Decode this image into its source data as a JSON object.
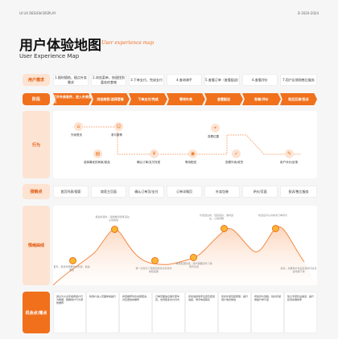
{
  "header": {
    "left": "UI UX DESIGN DISPLAY",
    "right": "B 2020-2024"
  },
  "title": "用户体验地图",
  "script": "User experience map",
  "subtitle": "User Experience Map",
  "labels": {
    "needs": "用户需求",
    "stages": "阶段",
    "actions": "行为",
    "touch": "接触点",
    "emotion": "情绪曲线",
    "opp": "机会点/痛点"
  },
  "needs": [
    "1.随时随地，随点外卖需求",
    "2.浏览菜单，快速找到喜欢的食物",
    "3.下单支付，完成支付",
    "4.查询骑手",
    "5.查看订单（查看配送）",
    "6.查看评价",
    "7.用户反馈和售后服务"
  ],
  "stages": [
    "打开外卖软件，进入外卖首页",
    "浏览商家/选择套餐",
    "下单支付/完成",
    "等待外卖",
    "查看配送",
    "取餐/评价",
    "取后反馈/投诉"
  ],
  "actions": [
    {
      "icon": "home-icon",
      "label": "外卖首页"
    },
    {
      "icon": "store-icon",
      "label": "选择喜欢的商家/菜品"
    },
    {
      "icon": "user-icon",
      "label": "参与推荐"
    },
    {
      "icon": "payment-icon",
      "label": "确认订单/支付完成"
    },
    {
      "icon": "rider-icon",
      "label": "等待配送"
    },
    {
      "icon": "location-icon",
      "label": "查看位置"
    },
    {
      "icon": "review-icon",
      "label": "查看外卖/收货"
    },
    {
      "icon": "feedback-icon",
      "label": "用户评价/反馈"
    }
  ],
  "touchpoints": [
    "首页列表/搜索",
    "商家主页面",
    "确认订单页/支付",
    "订单详情页",
    "外卖包装",
    "评价/页面",
    "投诉/售后服务"
  ],
  "emotion_notes": [
    "首页，能找到想要吃的外卖，快速便捷",
    "挑选外卖时，就能看到优惠活动，心情愉悦",
    "填一次支付了就能完成支付并及时告知结果",
    "等待配送阶段，用户需要实时了解骑手位置",
    "外卖送达时，包装完好，准时送达，心情舒畅",
    "吃完后可以对本次订单评价",
    "投诉，如果用户售后反馈时间过长会导致不满"
  ],
  "opportunities": [
    "通过大众点评或者用户行为数据，根据用户行为调整推荐",
    "新用户进入页面体验提升",
    "商家推荐列表内容更多。对应更快的推荐",
    "订单页面信息展示更丰富，支持更多支付方式",
    "实时追踪骑手位置及配送进度，骑手电话联系",
    "优化外卖包装质量，提升用户收货体验",
    "增加评价激励，给好评返券提升参与度",
    "建立专项售后渠道，提升投诉处理效率"
  ]
}
